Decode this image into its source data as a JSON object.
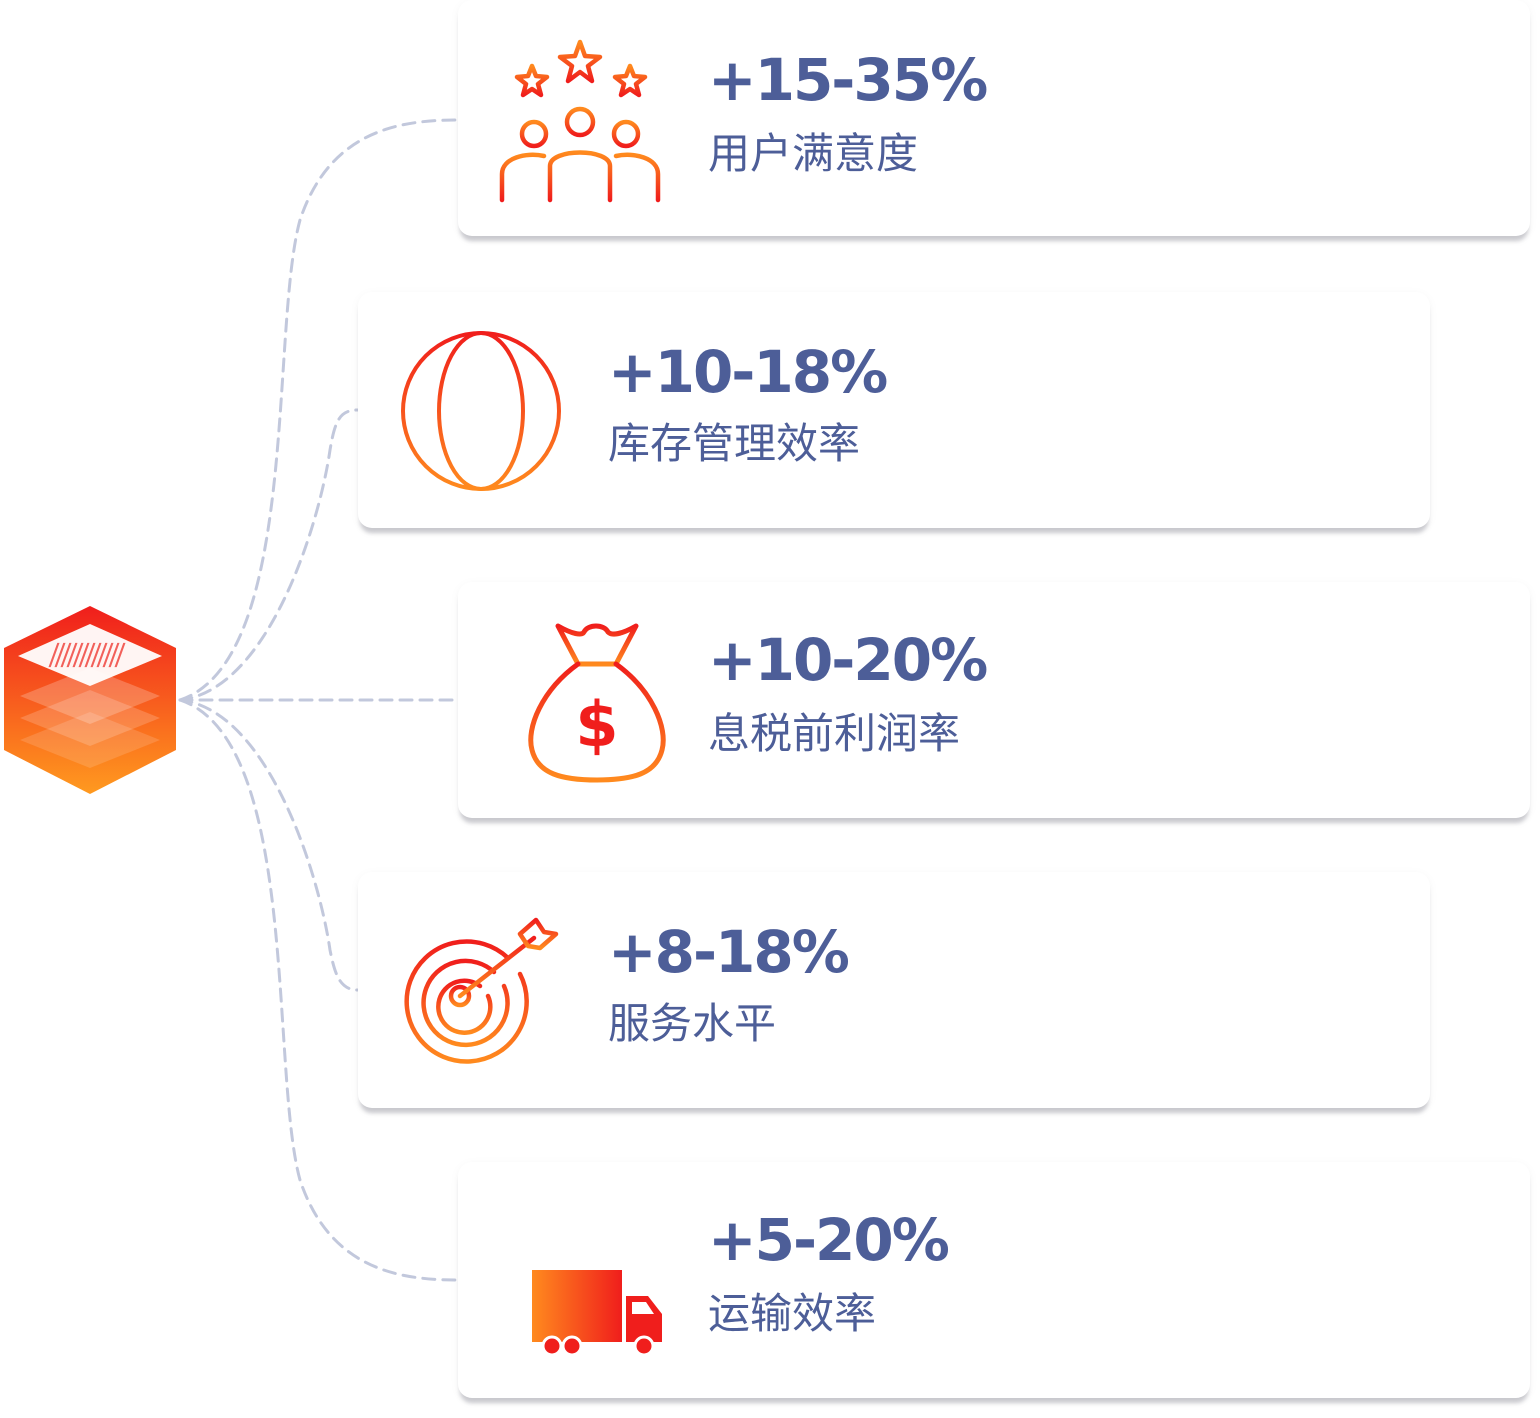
{
  "colors": {
    "text": "#4d5e98",
    "accent_orange": "#ff8a1e",
    "accent_red": "#f0211d",
    "connector": "#c2c8dc"
  },
  "hub": {
    "icon": "isometric-barcode-layers-icon"
  },
  "items": [
    {
      "value": "+15-35%",
      "label": "用户满意度",
      "icon": "users-three-stars-icon"
    },
    {
      "value": "+10-18%",
      "label": "库存管理效率",
      "icon": "globe-icon"
    },
    {
      "value": "+10-20%",
      "label": "息税前利润率",
      "icon": "money-bag-dollar-icon"
    },
    {
      "value": "+8-18%",
      "label": "服务水平",
      "icon": "target-arrow-icon"
    },
    {
      "value": "+5-20%",
      "label": "运输效率",
      "icon": "delivery-truck-icon"
    }
  ]
}
